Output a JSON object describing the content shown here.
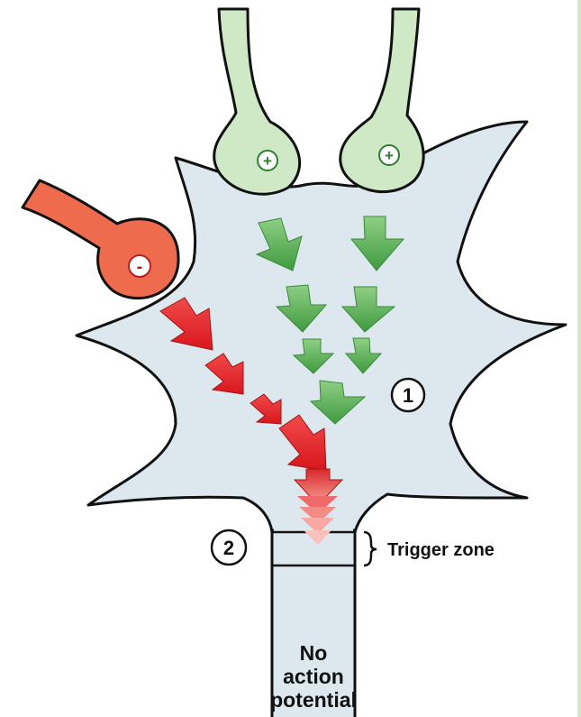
{
  "diagram": {
    "labels": {
      "excitatory_sign_left": "+",
      "excitatory_sign_right": "+",
      "inhibitory_sign": "-",
      "marker_1": "1",
      "marker_2": "2",
      "trigger_zone": "Trigger zone",
      "axon_text_line1": "No",
      "axon_text_line2": "action",
      "axon_text_line3": "potential"
    },
    "colors": {
      "soma_fill": "#dde8ee",
      "excitatory_terminal": "#cfe8c6",
      "excitatory_arrow": "#4b9e45",
      "inhibitory_terminal": "#ee6c4d",
      "inhibitory_arrow": "#e0262c",
      "outline": "#111111"
    }
  }
}
